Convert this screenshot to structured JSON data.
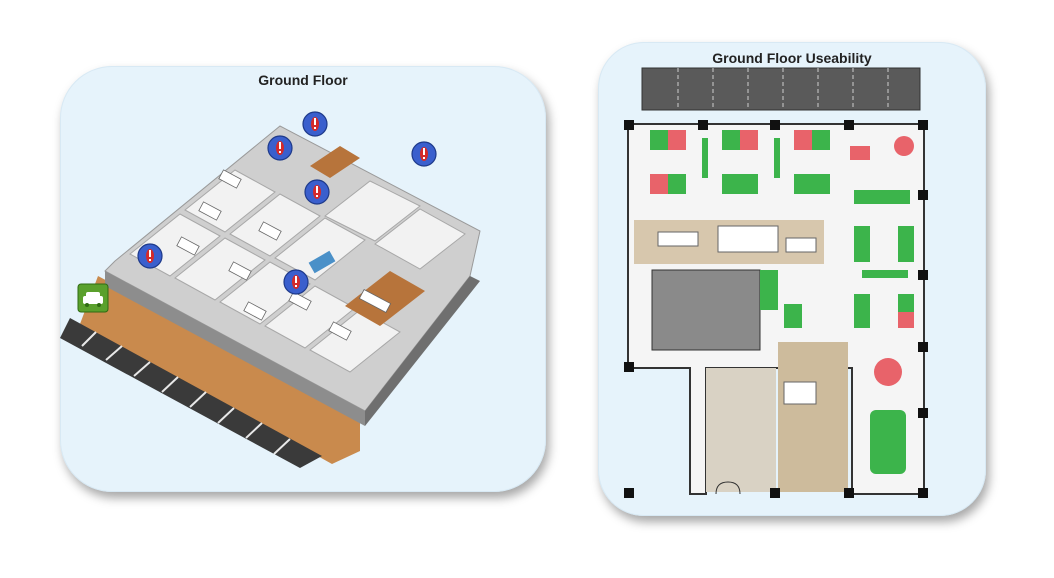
{
  "left_panel": {
    "title": "Ground Floor",
    "badge_icon": "parking-car-icon",
    "marker_icon": "exclamation-alert-icon",
    "marker_count": 6
  },
  "right_panel": {
    "title": "Ground Floor Useability",
    "desk_colors": {
      "available": "#3cb44b",
      "occupied": "#e8636a"
    }
  },
  "colors": {
    "panel_bg": "#e6f3fb",
    "marker_fill": "#3a5fcd",
    "marker_dot": "#d42a2a",
    "parking": "#3a3a3a",
    "timber": "#c98a4d"
  }
}
